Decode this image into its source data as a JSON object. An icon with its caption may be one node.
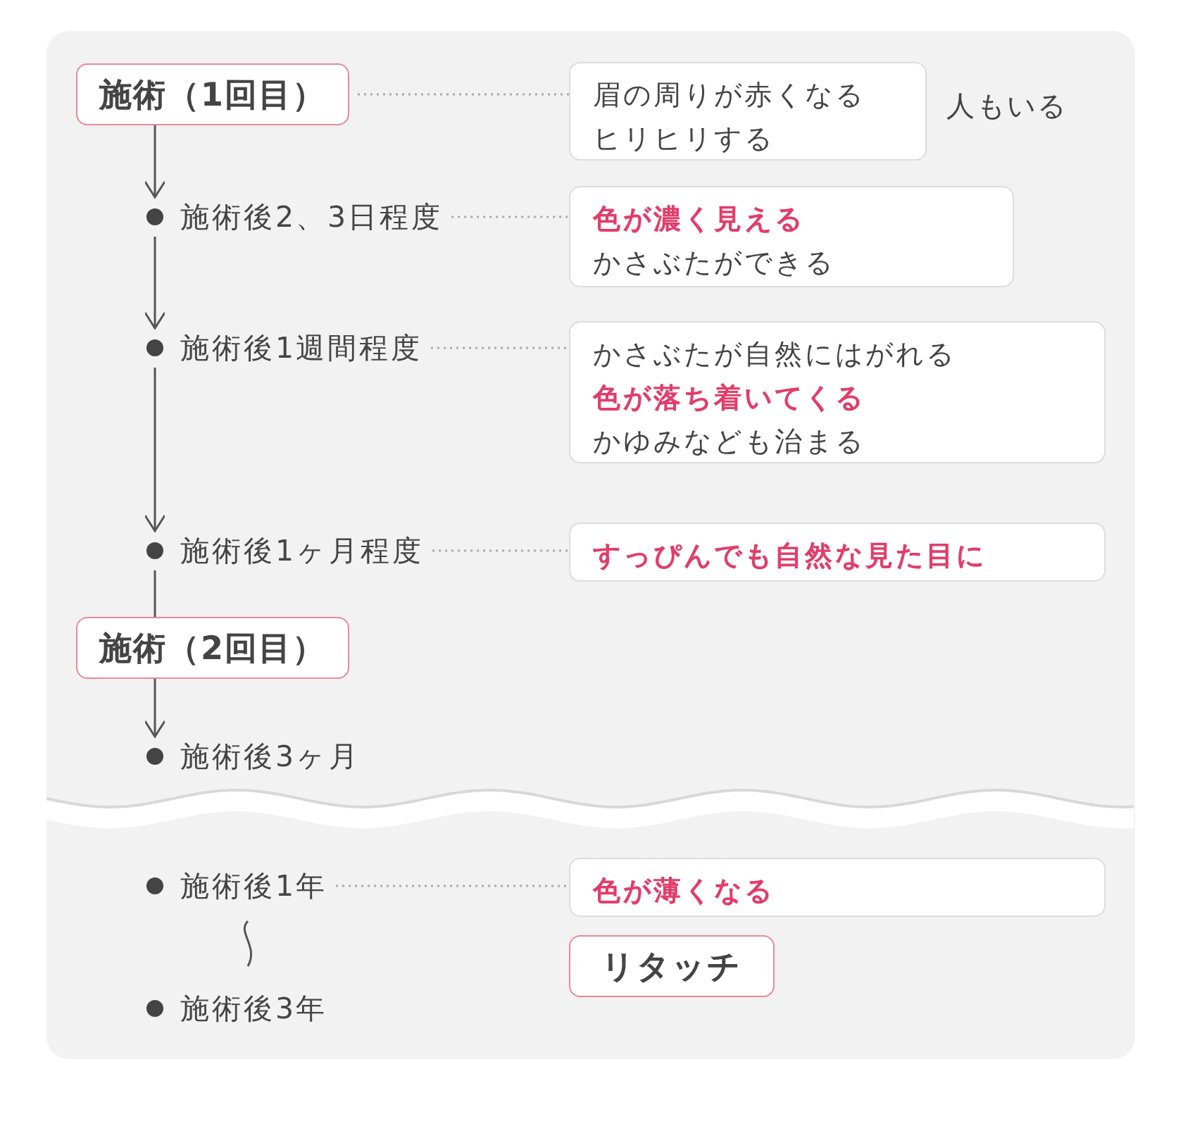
{
  "diagram": {
    "nodes": [
      {
        "text": [
          "施術（1回目）"
        ]
      },
      {
        "text": [
          "施術後2、3日程度"
        ]
      },
      {
        "text": [
          "施術後1週間程度"
        ]
      },
      {
        "text": [
          "施術後1ヶ月程度"
        ]
      },
      {
        "text": [
          "施術（2回目）"
        ]
      },
      {
        "text": [
          "施術後3ヶ月"
        ]
      },
      {
        "text": [
          "施術後1年"
        ]
      },
      {
        "text": [
          "施術後3年"
        ]
      },
      {
        "text": [
          "眉の周りが赤くなる",
          "ヒリヒリする"
        ],
        "beside": [
          "人もいる"
        ]
      },
      {
        "text": [
          "色が濃く見える",
          "かさぶたができる"
        ]
      },
      {
        "text": [
          "かさぶたが自然にはがれる",
          "色が落ち着いてくる",
          "かゆみなども治まる"
        ]
      },
      {
        "text": [
          "すっぴんでも自然な見た目に"
        ]
      },
      {
        "text": [
          "色が薄くなる"
        ]
      },
      {
        "text": [
          "リタッチ"
        ]
      }
    ],
    "edges": [
      {
        "from": 0,
        "to": 1,
        "arrow": "to"
      },
      {
        "from": 1,
        "to": 2,
        "arrow": "to"
      },
      {
        "from": 2,
        "to": 3,
        "arrow": "to"
      },
      {
        "from": 3,
        "to": 4,
        "arrow": "none"
      },
      {
        "from": 4,
        "to": 5,
        "arrow": "to"
      },
      {
        "from": 0,
        "to": 8,
        "arrow": "none",
        "style": "dashed"
      },
      {
        "from": 1,
        "to": 9,
        "arrow": "none",
        "style": "dashed"
      },
      {
        "from": 2,
        "to": 10,
        "arrow": "none",
        "style": "dashed"
      },
      {
        "from": 3,
        "to": 11,
        "arrow": "none",
        "style": "dashed"
      },
      {
        "from": 6,
        "to": 12,
        "arrow": "none",
        "style": "dashed"
      }
    ]
  }
}
